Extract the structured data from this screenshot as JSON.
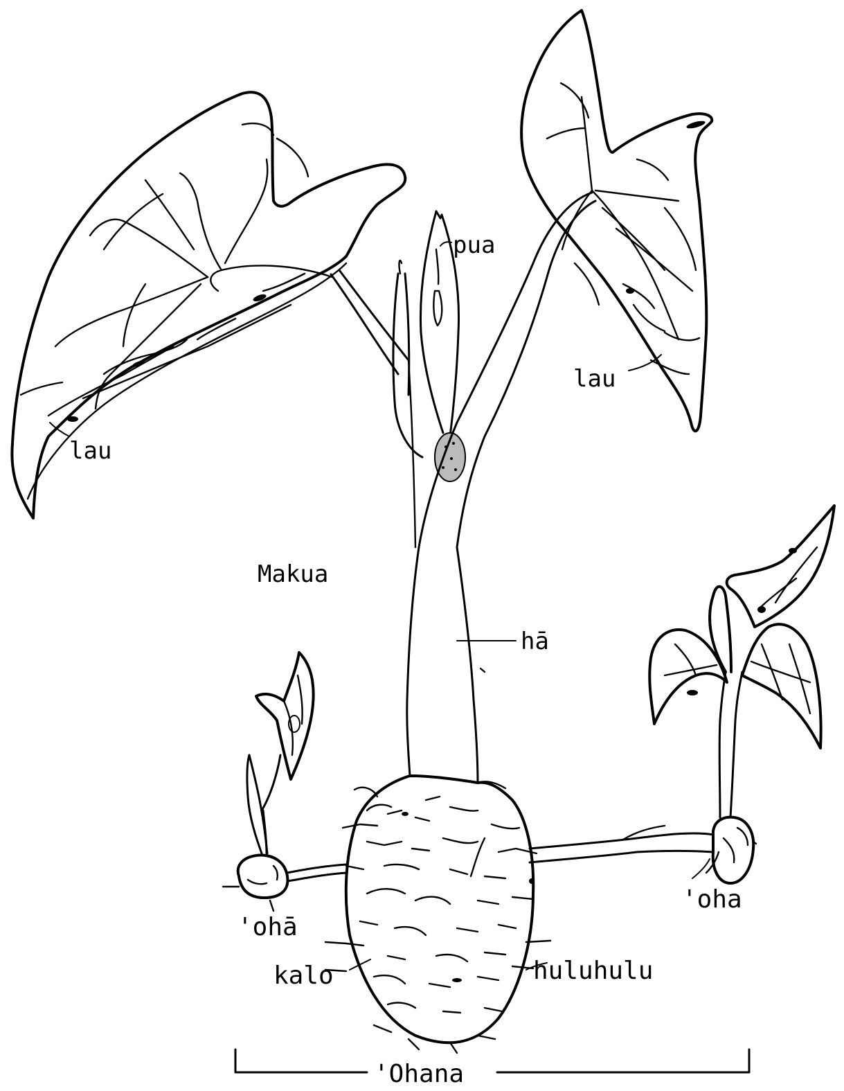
{
  "labels": {
    "pua": "pua",
    "lau_right": "lau",
    "lau_left": "lau",
    "makua": "Makua",
    "ha": "hā",
    "oha_left": "'ohā",
    "oha_right": "'oha",
    "kalo": "kalo",
    "huluhulu": "huluhulu",
    "ohana": "'Ohana"
  },
  "colors": {
    "ink": "#000000",
    "paper": "#ffffff"
  }
}
